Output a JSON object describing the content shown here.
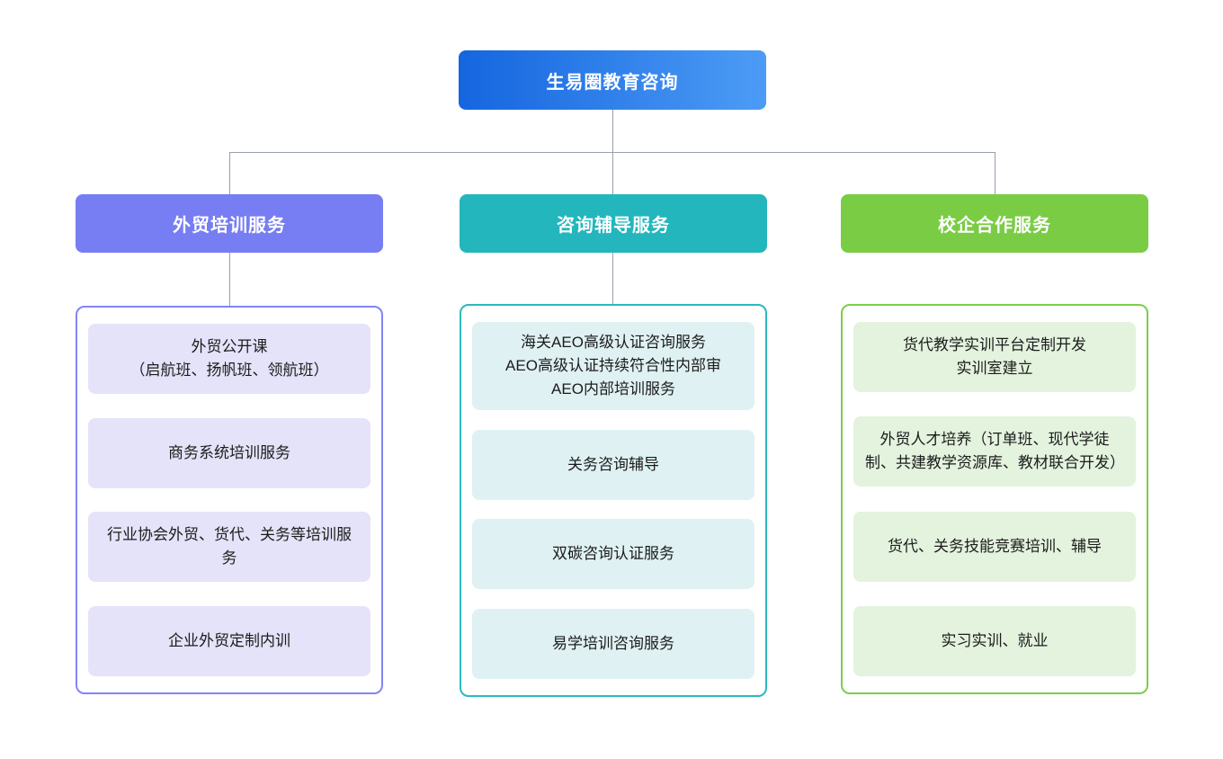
{
  "colors": {
    "root-grad-start": "#1565DF",
    "root-grad-end": "#4C9CF6",
    "purple": "#777DF2",
    "teal": "#23B6BD",
    "green": "#7ACC45",
    "purple-border": "#8285F3",
    "teal-border": "#2BB9BF",
    "green-border": "#7CCE4B",
    "purple-item-bg": "#E4E3F9",
    "teal-item-bg": "#DFF1F3",
    "green-item-bg": "#E3F3DE",
    "connector": "#98A0AC",
    "item-text": "#1C1C1C"
  },
  "root": {
    "label": "生易圈教育咨询"
  },
  "branches": [
    {
      "label": "外贸培训服务",
      "items": [
        "外贸公开课\n（启航班、扬帆班、领航班）",
        "商务系统培训服务",
        "行业协会外贸、货代、关务等培训服务",
        "企业外贸定制内训"
      ]
    },
    {
      "label": "咨询辅导服务",
      "items": [
        "海关AEO高级认证咨询服务\nAEO高级认证持续符合性内部审\nAEO内部培训服务",
        "关务咨询辅导",
        "双碳咨询认证服务",
        "易学培训咨询服务"
      ]
    },
    {
      "label": "校企合作服务",
      "items": [
        "货代教学实训平台定制开发\n实训室建立",
        "外贸人才培养（订单班、现代学徒制、共建教学资源库、教材联合开发）",
        "货代、关务技能竞赛培训、辅导",
        "实习实训、就业"
      ]
    }
  ]
}
